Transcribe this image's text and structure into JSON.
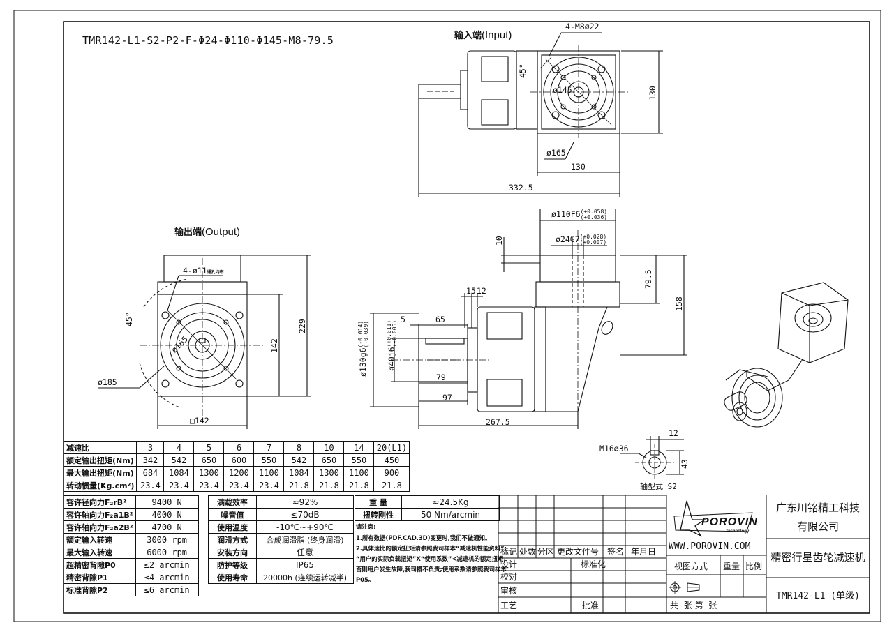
{
  "model_title": "TMR142-L1-S2-P2-F-Φ24-Φ110-Φ145-M8-79.5",
  "views": {
    "input_label_cn": "输入端",
    "input_label_en": "(Input)",
    "output_label_cn": "输出端",
    "output_label_en": "(Output)",
    "shaft_label": "轴型式 S2"
  },
  "dims": {
    "bolt_input": "4-M8⌀22",
    "angle_input": "45°",
    "d145": "ø145",
    "d130_v": "130",
    "d165": "ø165",
    "d130_h": "130",
    "d332": "332.5",
    "bolt_output": "4-ø11",
    "bolt_output_note": "通孔均布",
    "angle_output": "45°",
    "d165_out": "ø165",
    "d185": "ø185",
    "d229": "229",
    "d142": "142",
    "sq142": "□142",
    "d110f6": "ø110F6",
    "d110f6_tol_up": "(+0.058)",
    "d110f6_tol_lo": "(+0.036)",
    "d24g7": "ø24G7",
    "d24g7_tol_up": "(+0.028)",
    "d24g7_tol_lo": "(+0.007)",
    "d10": "10",
    "d79_5": "79.5",
    "d158": "158",
    "d15": "15",
    "d12a": "12",
    "d5": "5",
    "d65": "65",
    "d79": "79",
    "d97": "97",
    "d267": "267.5",
    "d130g6": "ø130g6",
    "d130g6_tol_up": "(-0.014)",
    "d130g6_tol_lo": "(-0.039)",
    "d40j6": "ø40j6",
    "d40j6_tol_up": "(+0.011)",
    "d40j6_tol_lo": "(-0.005)",
    "m16": "M16⌀36",
    "d12b": "12",
    "d43": "43"
  },
  "ratio_table": {
    "headers": [
      "减速比",
      "3",
      "4",
      "5",
      "6",
      "7",
      "8",
      "10",
      "14",
      "20(L1)"
    ],
    "rows": [
      {
        "label": "额定输出扭矩(Nm)",
        "values": [
          "342",
          "542",
          "650",
          "600",
          "550",
          "542",
          "650",
          "550",
          "450"
        ]
      },
      {
        "label": "最大输出扭矩(Nm)",
        "values": [
          "684",
          "1084",
          "1300",
          "1200",
          "1100",
          "1084",
          "1300",
          "1100",
          "900"
        ]
      },
      {
        "label": "转动惯量(Kg.cm²)",
        "values": [
          "23.4",
          "23.4",
          "23.4",
          "23.4",
          "23.4",
          "21.8",
          "21.8",
          "21.8",
          "21.8"
        ]
      }
    ]
  },
  "spec_left": [
    {
      "label": "容许径向力F₂rB²",
      "value": "9400 N"
    },
    {
      "label": "容许轴向力F₂a1B²",
      "value": "4000 N"
    },
    {
      "label": "容许轴向力F₂a2B²",
      "value": "4700 N"
    },
    {
      "label": "额定输入转速",
      "value": "3000 rpm"
    },
    {
      "label": "最大输入转速",
      "value": "6000 rpm"
    },
    {
      "label": "超精密背隙P0",
      "value": "≤2 arcmin"
    },
    {
      "label": "精密背隙P1",
      "value": "≤4 arcmin"
    },
    {
      "label": "标准背隙P2",
      "value": "≤6 arcmin"
    }
  ],
  "spec_mid": [
    {
      "label": "满载效率",
      "value": "≈92%"
    },
    {
      "label": "噪音值",
      "value": "≤70dB"
    },
    {
      "label": "使用温度",
      "value": "-10℃~+90℃"
    },
    {
      "label": "润滑方式",
      "value": "合成润滑脂 (终身润滑)"
    },
    {
      "label": "安装方向",
      "value": "任意"
    },
    {
      "label": "防护等级",
      "value": "IP65"
    },
    {
      "label": "使用寿命",
      "value": "20000h (连续运转减半)"
    }
  ],
  "weight": {
    "label": "重 量",
    "value": "≈24.5Kg"
  },
  "stiffness": {
    "label": "扭转刚性",
    "value": "50 Nm/arcmin"
  },
  "notes": [
    "请注意:",
    "1.所有数据(PDF.CAD.3D)变更时,我们不做通知。",
    "2.具体速比的额定扭矩请参照我司样本“减速机性能资料”;",
    "“用户的实际负载扭矩”X“使用系数”<减速机的额定扭矩,",
    "否则用户发生故障,我司概不负责;使用系数请参照我司样本",
    "P05。"
  ],
  "revision": {
    "headers": [
      "标记",
      "处数",
      "分区",
      "更改文件号",
      "签名",
      "年月日"
    ],
    "rows": [
      "设计",
      "校对",
      "审核",
      "工艺"
    ],
    "std": "标准化",
    "approve": "批准"
  },
  "brand": {
    "logo_text": "POROVIN",
    "logo_sub": "Technology",
    "website": "WWW.POROVIN.COM",
    "view_method": "视图方式",
    "weight_col": "重量",
    "scale_col": "比例",
    "sheets": "共  张 第  张"
  },
  "company": {
    "line1": "广东川铭精工科技",
    "line2": "有限公司"
  },
  "product_name": "精密行星齿轮减速机",
  "drawing_no": "TMR142-L1 (单级)"
}
